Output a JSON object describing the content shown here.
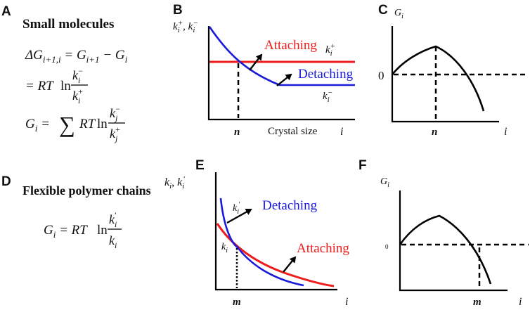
{
  "panels": {
    "a": {
      "letter": "A",
      "title": "Small molecules",
      "eq1_lhs": "ΔG",
      "eq1_sub": "i+1,i",
      "eq1_rhs_a": " = G",
      "eq1_rhs_a_sub": "i+1",
      "eq1_rhs_b": " − G",
      "eq1_rhs_b_sub": "i",
      "eq2_prefix": "= RT",
      "eq2_ln": "ln",
      "frac_num": "k",
      "frac_num_sub": "i",
      "frac_num_sup": "−",
      "frac_den": "k",
      "frac_den_sub": "i",
      "frac_den_sup": "+",
      "eq3_lhs": "G",
      "eq3_lhs_sub": "i",
      "eq3_eq": " =",
      "sigma": "∑",
      "eq3_rt": "RT",
      "eq3_ln": "ln",
      "eq3_num": "k",
      "eq3_num_sub": "j",
      "eq3_num_sup": "−",
      "eq3_den": "k",
      "eq3_den_sub": "j",
      "eq3_den_sup": "+"
    },
    "b": {
      "letter": "B",
      "ylabel_k": "k",
      "ylabel_sub1": "i",
      "ylabel_sup1": "+",
      "ylabel_sep": ", k",
      "ylabel_sub2": "i",
      "ylabel_sup2": "−",
      "attaching": "Attaching",
      "detaching": "Detaching",
      "kplus": "k",
      "kplus_sub": "i",
      "kplus_sup": "+",
      "kminus": "k",
      "kminus_sub": "i",
      "kminus_sup": "−",
      "xtick": "n",
      "xlabel": "Crystal size",
      "xvar": "i"
    },
    "c": {
      "letter": "C",
      "ylabel": "G",
      "ylabel_sub": "i",
      "zero": "0",
      "xtick": "n",
      "xvar": "i"
    },
    "d": {
      "letter": "D",
      "title": "Flexible polymer chains",
      "eq_lhs": "G",
      "eq_lhs_sub": "i",
      "eq_mid": " = RT",
      "eq_ln": "ln",
      "num": "k",
      "num_sub": "i",
      "num_sup": "′",
      "den": "k",
      "den_sub": "i"
    },
    "e": {
      "letter": "E",
      "ylabel_k": "k",
      "ylabel_sub1": "i",
      "ylabel_sep": ",  k",
      "ylabel_sub2": "i",
      "ylabel_sup2": "′",
      "kiprime": "k",
      "kiprime_sub": "i",
      "kiprime_sup": "′",
      "ki": "k",
      "ki_sub": "i",
      "detaching": "Detaching",
      "attaching": "Attaching",
      "xtick": "m",
      "xvar": "i"
    },
    "f": {
      "letter": "F",
      "ylabel": "G",
      "ylabel_sub": "i",
      "zero": "0",
      "xtick": "m",
      "xvar": "i"
    }
  },
  "colors": {
    "attaching": "#ee1c1c",
    "detaching": "#1a1adb",
    "ink": "#000000"
  }
}
